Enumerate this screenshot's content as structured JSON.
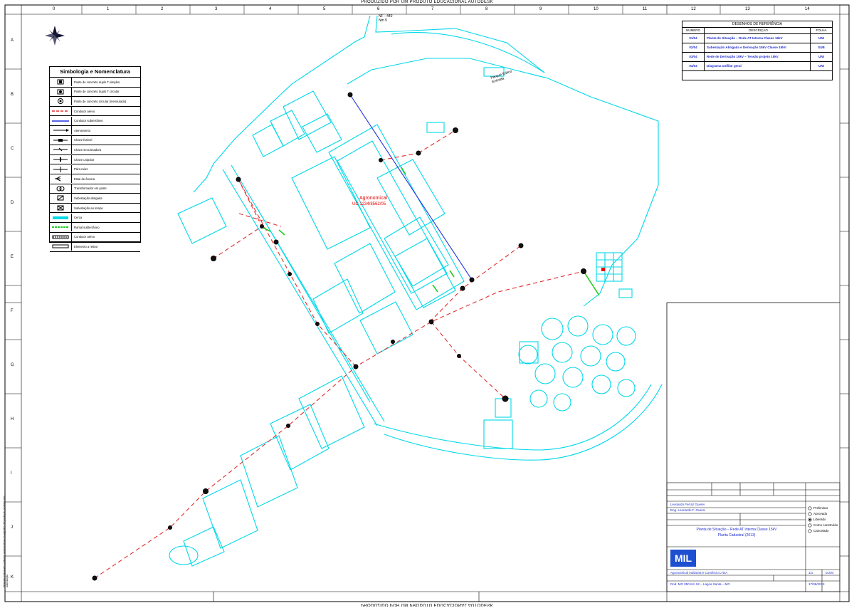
{
  "top_note": "PRODUZIDO POR UM PRODUTO EDUCACIONAL AUTODESK",
  "bottom_note": "PRODUZIDO POR UM PRODUTO EDUCACIONAL AUTODESK",
  "grid_cols_top": [
    "0",
    "1",
    "2",
    "3",
    "4",
    "5",
    "6",
    "7",
    "8",
    "9",
    "10",
    "11",
    "12",
    "13",
    "14"
  ],
  "grid_rows": [
    "A",
    "B",
    "C",
    "D",
    "E",
    "F",
    "G",
    "H",
    "I",
    "J",
    "K"
  ],
  "legend": {
    "title": "Simbologia e Nomenclatura",
    "items": [
      "Poste de concreto duplo T simples",
      "Poste de concreto duplo T circular",
      "Poste de concreto circular (mensurado)",
      "Condutor aéreo",
      "Condutor subterrâneo",
      "Aterramento",
      "Chave fusível",
      "Chave seccionadora",
      "Chave unipolar",
      "Pára-raios",
      "Estai de âncora",
      "Transformador em poste",
      "Subestação abrigada",
      "Subestação ao tempo",
      "Cerca",
      "Ramal subterrâneo",
      "Condutor aéreo",
      "Elemento a retirar"
    ]
  },
  "reference_table": {
    "title": "DESENHOS DE REFERÊNCIA",
    "col_num": "NÚMERO",
    "col_desc": "DESCRIÇÃO",
    "col_folha": "FOLHA",
    "rows": [
      {
        "num": "01/04",
        "desc": "Planta de Situação – Rede AT Interna Classe 15kV",
        "folha": "UNI"
      },
      {
        "num": "02/04",
        "desc": "Subestação Abrigada e Derivação 15kV Classe 15kV",
        "folha": "SUB"
      },
      {
        "num": "03/04",
        "desc": "Rede de Derivação 15kV – Tensão projeto 15kV",
        "folha": "UNI"
      },
      {
        "num": "04/04",
        "desc": "Diagrama unifilar geral",
        "folha": "UNI"
      }
    ]
  },
  "drawing_labels": {
    "agronomical": "Agronomical",
    "agronomical_sub": "UC 1234/8562/05",
    "nf": "NF - 440\nNm 5",
    "parking": "Parque Eólico\nEntrada"
  },
  "title_block": {
    "company": "MIL",
    "project": "Agronomical Indústria e Comércio LTDA",
    "sheet_title": "Planta de Situação – Rede AT Interna Classe 15kV",
    "sheet_sub": "Planta Cadastral (2013)",
    "scale": "1/1",
    "date": "17/05/2013",
    "sheet_no": "01/04",
    "author": "Leonardo Ferraz Guerei",
    "approved": "Eng. Leonardo F. Guerei",
    "location": "Rod. MG 050 Km 52 – Lagoa Santa – MG",
    "state_opts": [
      "Preliminar",
      "Aprovado",
      "Liberado",
      "Como construído",
      "Cancelado"
    ]
  },
  "side_note": "Desenho elaborado conforme normas técnicas vigentes. Reprodução proibida sem autorização."
}
